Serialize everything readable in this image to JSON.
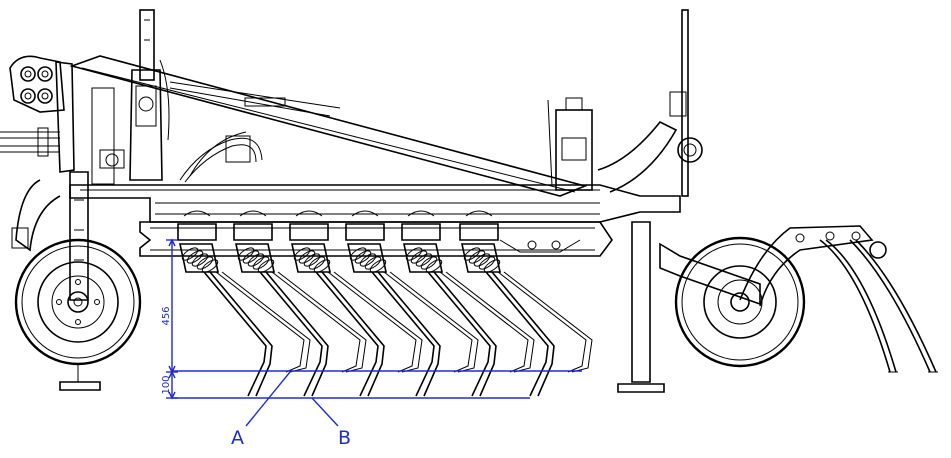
{
  "dimensions": {
    "upper": "456",
    "lower": "100"
  },
  "labels": {
    "a": "A",
    "b": "B"
  },
  "colors": {
    "ink": "#000000",
    "dimension": "#1f2bd6",
    "background": "#ffffff"
  }
}
